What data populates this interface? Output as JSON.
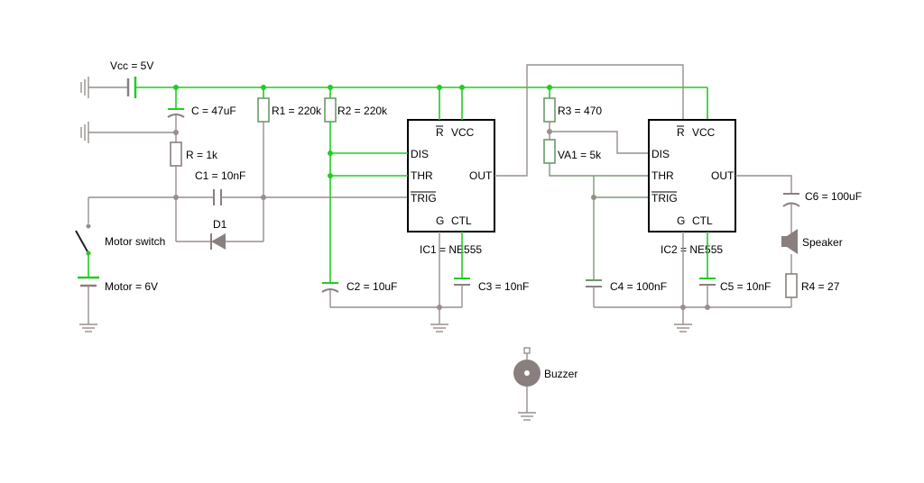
{
  "labels": {
    "vcc": "Vcc = 5V",
    "c": "C = 47uF",
    "r1": "R1 = 220k",
    "r2": "R2 = 220k",
    "r": "R = 1k",
    "c1": "C1 = 10nF",
    "d1": "D1",
    "motor_switch": "Motor switch",
    "motor": "Motor = 6V",
    "c2": "C2 = 10uF",
    "c3": "C3 = 10nF",
    "r3": "R3 = 470",
    "va1": "VA1 = 5k",
    "c4": "C4 = 100nF",
    "c5": "C5 = 10nF",
    "c6": "C6 = 100uF",
    "speaker": "Speaker",
    "r4": "R4 = 27",
    "buzzer": "Buzzer"
  },
  "ic1": {
    "name": "IC1 = NE555",
    "pins": {
      "r": "R",
      "vcc": "VCC",
      "dis": "DIS",
      "thr": "THR",
      "out": "OUT",
      "trig": "TRIG",
      "g": "G",
      "ctl": "CTL"
    }
  },
  "ic2": {
    "name": "IC2 = NE555",
    "pins": {
      "r": "R",
      "vcc": "VCC",
      "dis": "DIS",
      "thr": "THR",
      "out": "OUT",
      "trig": "TRIG",
      "g": "G",
      "ctl": "CTL"
    }
  },
  "colors": {
    "active_wire": "#22cc22",
    "idle_wire": "#9a8d8d",
    "ic_outline": "#000000"
  }
}
